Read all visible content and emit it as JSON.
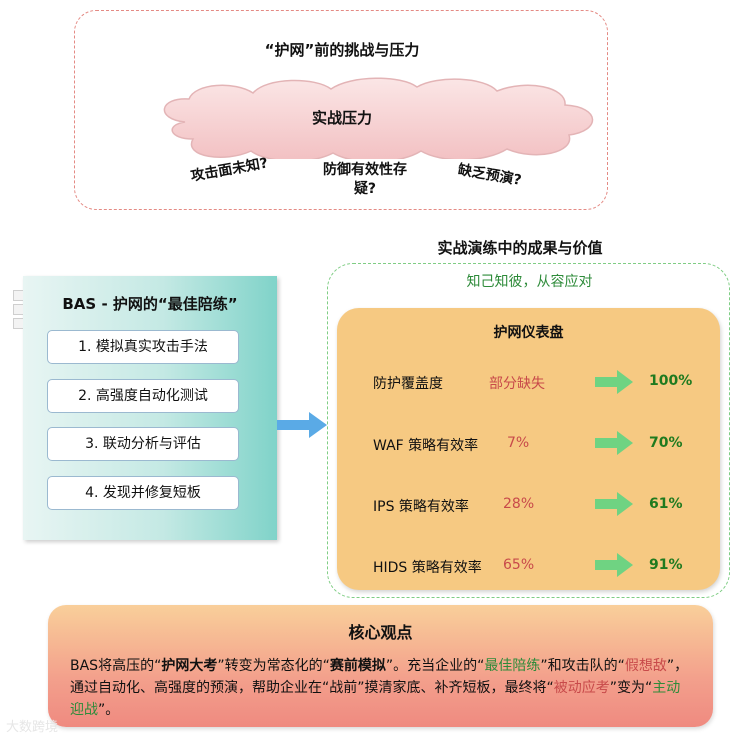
{
  "challenge": {
    "title": "“护网”前的挑战与压力",
    "center": "实战压力",
    "questions": [
      "攻击面未知?",
      "防御有效性存疑?",
      "缺乏预演?"
    ]
  },
  "bas": {
    "title": "BAS - 护网的“最佳陪练”",
    "items": [
      "1. 模拟真实攻击手法",
      "2. 高强度自动化测试",
      "3. 联动分析与评估",
      "4. 发现并修复短板"
    ]
  },
  "results": {
    "title": "实战演练中的成果与价值",
    "subtitle": "知己知彼，从容应对",
    "dashboard": {
      "title": "护网仪表盘",
      "metrics": [
        {
          "name": "防护覆盖度",
          "before": "部分缺失",
          "after": "100%"
        },
        {
          "name": "WAF 策略有效率",
          "before": "7%",
          "after": "70%"
        },
        {
          "name": "IPS 策略有效率",
          "before": "28%",
          "after": "61%"
        },
        {
          "name": "HIDS 策略有效率",
          "before": "65%",
          "after": "91%"
        }
      ]
    }
  },
  "core": {
    "title": "核心观点",
    "parts": {
      "p1": "BAS将高压的“",
      "p2": "护网大考",
      "p3": "”转变为常态化的“",
      "p4": "赛前模拟",
      "p5": "”。充当企业的“",
      "p6": "最佳陪练",
      "p7": "”和攻击队的“",
      "p8": "假想敌",
      "p9": "”，通过自动化、高强度的预演，帮助企业在“战前”摸清家底、补齐短板，最终将“",
      "p10": "被动应考",
      "p11": "”变为“",
      "p12": "主动迎战",
      "p13": "”。"
    }
  },
  "watermark": "大数跨境",
  "colors": {
    "accent_green": "#2e8b3a",
    "accent_red": "#c84a4a",
    "dashboard_bg": "#f6c982",
    "arrow_green": "#6fd382",
    "arrow_blue": "#5aaae6"
  }
}
